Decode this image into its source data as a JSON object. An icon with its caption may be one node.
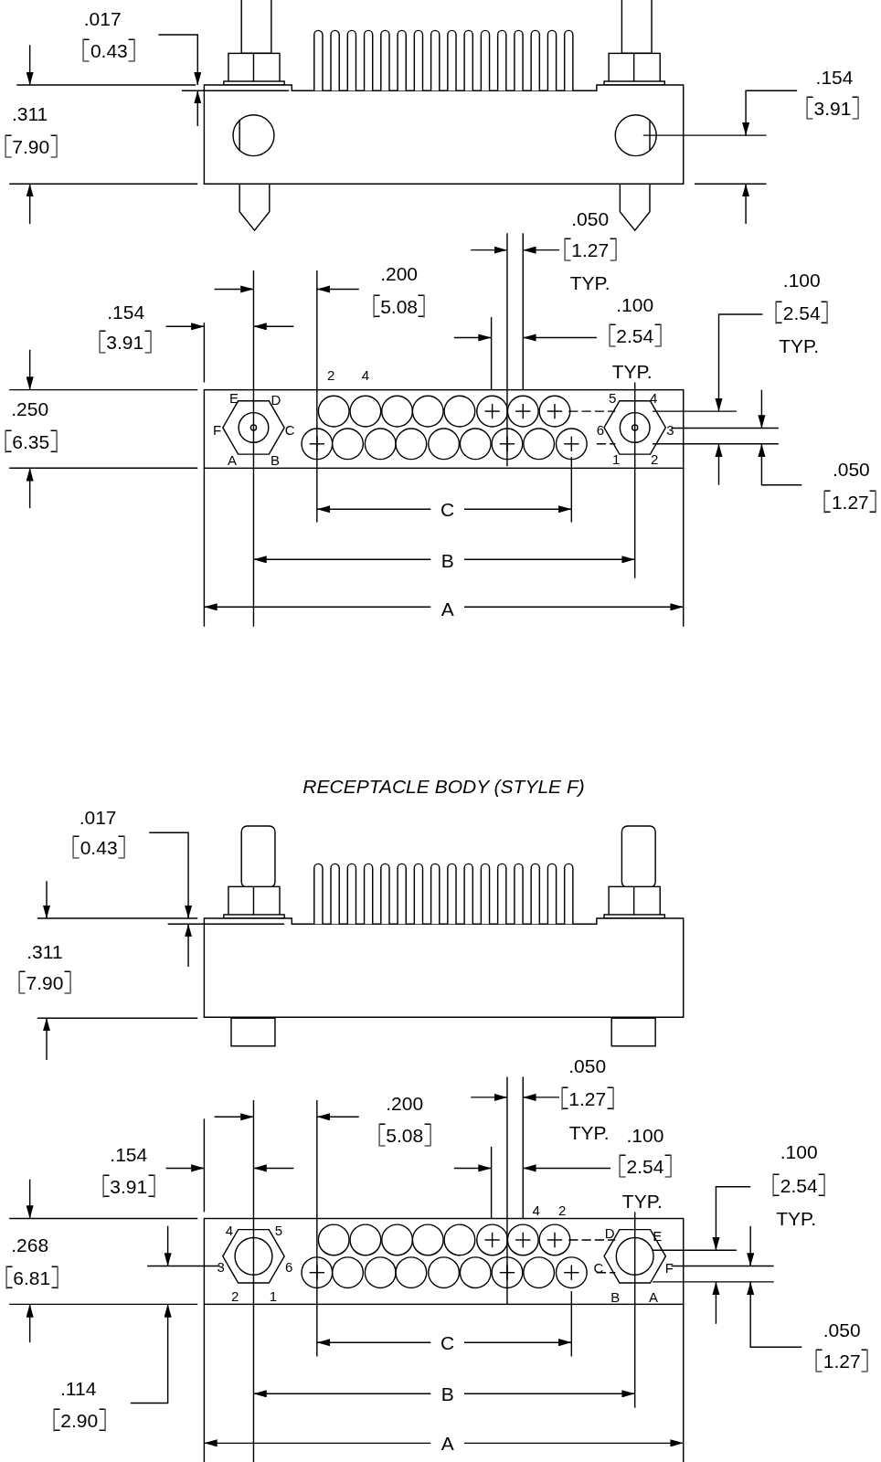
{
  "diagram": {
    "labels": [
      ".017",
      "0.43",
      ".311",
      "7.90",
      ".154",
      "3.91",
      ".050",
      "1.27",
      "TYP.",
      ".200",
      "5.08",
      ".100",
      "2.54",
      "TYP.",
      ".154",
      "3.91",
      ".100",
      "2.54",
      "2",
      "4",
      "TYP.",
      ".250",
      "6.35",
      "E",
      "D",
      "5",
      "4",
      "F",
      "C",
      "6",
      "3",
      "A",
      "B",
      "1",
      "2",
      ".050",
      "1.27",
      "C",
      "B",
      "A",
      "RECEPTACLE BODY (STYLE F)",
      ".017",
      "0.43",
      ".311",
      "7.90",
      ".050",
      ".200",
      "1.27",
      "5.08",
      "TYP.",
      ".100",
      ".154",
      ".100",
      "2.54",
      "3.91",
      "2.54",
      "TYP.",
      "4",
      "2",
      "TYP.",
      "4",
      "5",
      "D",
      "E",
      ".268",
      "3",
      "6",
      "C",
      "F",
      "6.81",
      "2",
      "1",
      "B",
      "A",
      ".050",
      "C",
      "1.27",
      ".114",
      "B",
      "2.90",
      "A"
    ]
  }
}
